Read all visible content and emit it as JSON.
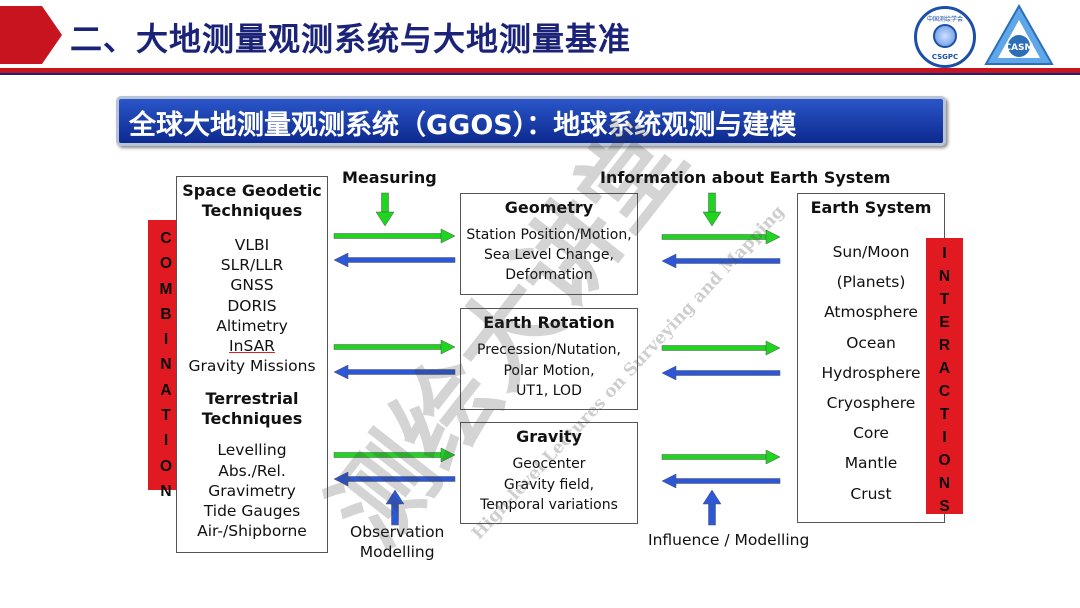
{
  "header": {
    "title": "二、大地测量观测系统与大地测量基准",
    "logo1_text": "CSGPC",
    "logo1_top_text": "中国测绘学会",
    "logo2_text": "CASM"
  },
  "subtitle": "全球大地测量观测系统（GGOS）：地球系统观测与建模",
  "labels": {
    "measuring": "Measuring",
    "info": "Information about Earth System",
    "observation": "Observation",
    "modelling": "Modelling",
    "influence": "Influence / Modelling"
  },
  "combination": [
    "C",
    "O",
    "M",
    "B",
    "I",
    "N",
    "A",
    "T",
    "I",
    "O",
    "N"
  ],
  "interactions": [
    "I",
    "N",
    "T",
    "E",
    "R",
    "A",
    "C",
    "T",
    "I",
    "O",
    "N",
    "S"
  ],
  "left_box": {
    "space_title_1": "Space Geodetic",
    "space_title_2": "Techniques",
    "space_items": [
      "VLBI",
      "SLR/LLR",
      "GNSS",
      "DORIS",
      "Altimetry",
      "InSAR",
      "Gravity Missions"
    ],
    "terr_title_1": "Terrestrial",
    "terr_title_2": "Techniques",
    "terr_items": [
      "Levelling",
      "Abs./Rel.",
      "Gravimetry",
      "Tide Gauges",
      "Air-/Shipborne"
    ]
  },
  "geometry": {
    "title": "Geometry",
    "lines": [
      "Station Position/Motion,",
      "Sea Level Change,",
      "Deformation"
    ]
  },
  "rotation": {
    "title": "Earth Rotation",
    "lines": [
      "Precession/Nutation,",
      "Polar Motion,",
      "UT1, LOD"
    ]
  },
  "gravity": {
    "title": "Gravity",
    "lines": [
      "Geocenter",
      "Gravity field,",
      "Temporal variations"
    ]
  },
  "earth_system": {
    "title": "Earth System",
    "items": [
      "Sun/Moon",
      "(Planets)",
      "Atmosphere",
      "Ocean",
      "Hydrosphere",
      "Cryosphere",
      "Core",
      "Mantle",
      "Crust"
    ]
  },
  "watermark": {
    "cn": "测绘大讲堂",
    "en": "High-level Lectures on Surveying and Mapping"
  },
  "colors": {
    "arrow_green": "#1fd51f",
    "arrow_blue": "#2c57d8",
    "title_blue": "#1b2378",
    "accent_red": "#e11921"
  }
}
